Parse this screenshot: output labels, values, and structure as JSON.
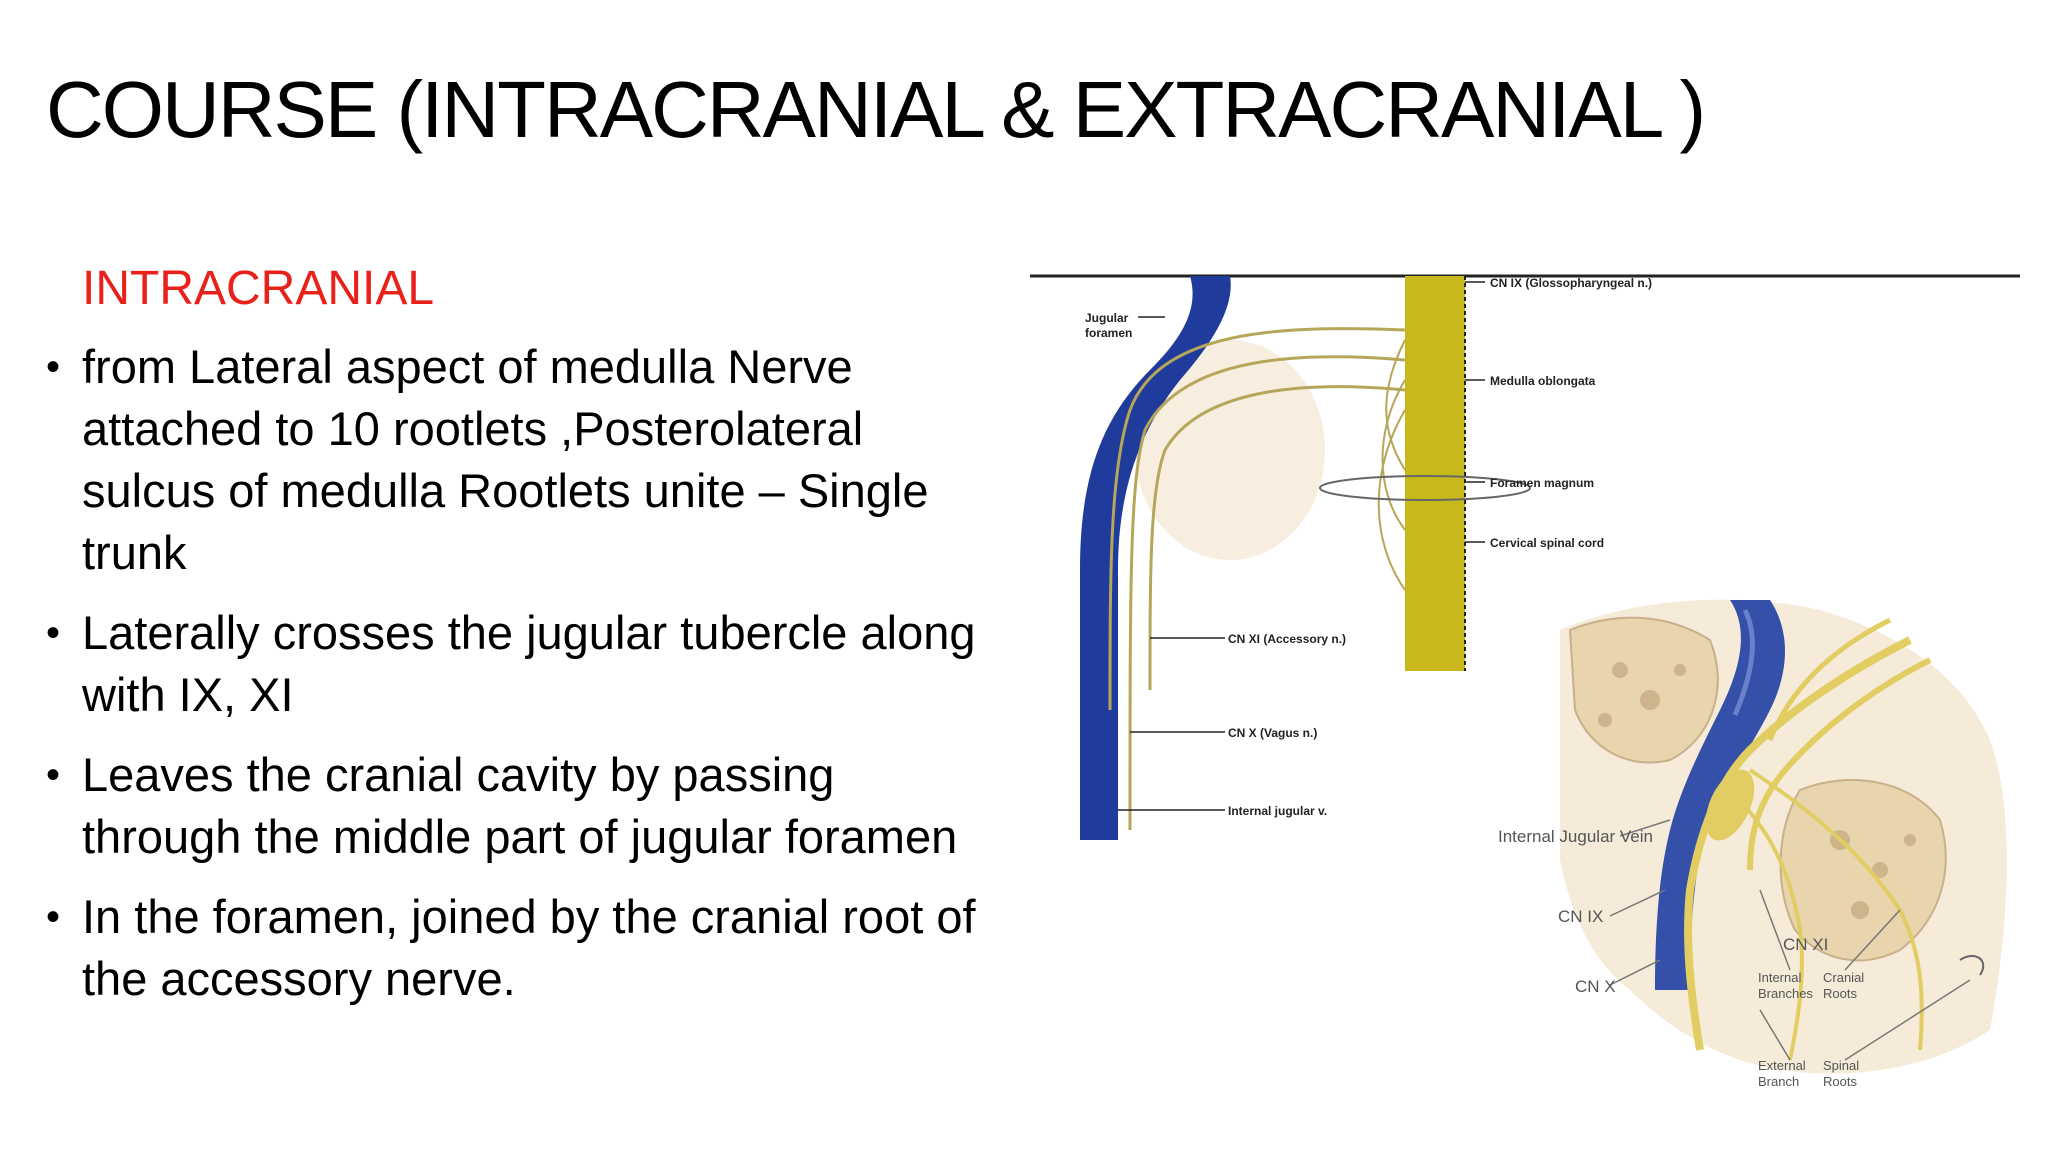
{
  "slide": {
    "title": "COURSE (INTRACRANIAL & EXTRACRANIAL )",
    "section_heading": "INTRACRANIAL",
    "bullet_symbol": "•",
    "bullets": [
      "from Lateral aspect of medulla  Nerve attached to 10 rootlets  ,Posterolateral sulcus of medulla Rootlets unite – Single trunk",
      "Laterally crosses the jugular tubercle along with IX, XI",
      "Leaves the cranial cavity by passing through the middle part of jugular foramen",
      "In the foramen, joined by the cranial root of the accessory nerve."
    ]
  },
  "figure_top": {
    "labels": {
      "jugular_foramen_1": "Jugular",
      "jugular_foramen_2": "foramen",
      "cn_ix": "CN IX (Glossopharyngeal n.)",
      "medulla": "Medulla oblongata",
      "foramen_magnum": "Foramen magnum",
      "cervical_cord": "Cervical spinal cord",
      "cn_xi": "CN XI (Accessory n.)",
      "cn_x": "CN X (Vagus n.)",
      "ijv": "Internal jugular v."
    }
  },
  "figure_bottom": {
    "labels": {
      "ijv": "Internal Jugular Vein",
      "cn_ix": "CN IX",
      "cn_xi": "CN XI",
      "cn_x": "CN X",
      "internal_1": "Internal",
      "internal_2": "Branches",
      "cranial_1": "Cranial",
      "cranial_2": "Roots",
      "external_1": "External",
      "external_2": "Branch",
      "spinal_1": "Spinal",
      "spinal_2": "Roots"
    }
  },
  "colors": {
    "title": "#000000",
    "heading": "#e8211b",
    "vein_blue": "#1f3b9c",
    "nerve_yellow": "#d9c55a",
    "cord_yellow": "#c9b81c",
    "bone": "#f2e3c8"
  }
}
